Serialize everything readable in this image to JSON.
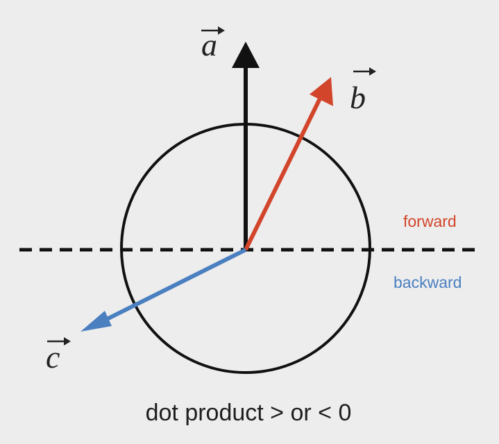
{
  "vectors": {
    "a": {
      "label": "a",
      "color": "#111111"
    },
    "b": {
      "label": "b",
      "color": "#d2452b"
    },
    "c": {
      "label": "c",
      "color": "#4a7fc0"
    }
  },
  "regions": {
    "forward": {
      "label": "forward",
      "color": "#d2452b"
    },
    "backward": {
      "label": "backward",
      "color": "#4a7fc0"
    }
  },
  "caption": "dot product > or < 0",
  "colors": {
    "background": "#ededed",
    "circle": "#111111",
    "dividing_line": "#111111"
  }
}
